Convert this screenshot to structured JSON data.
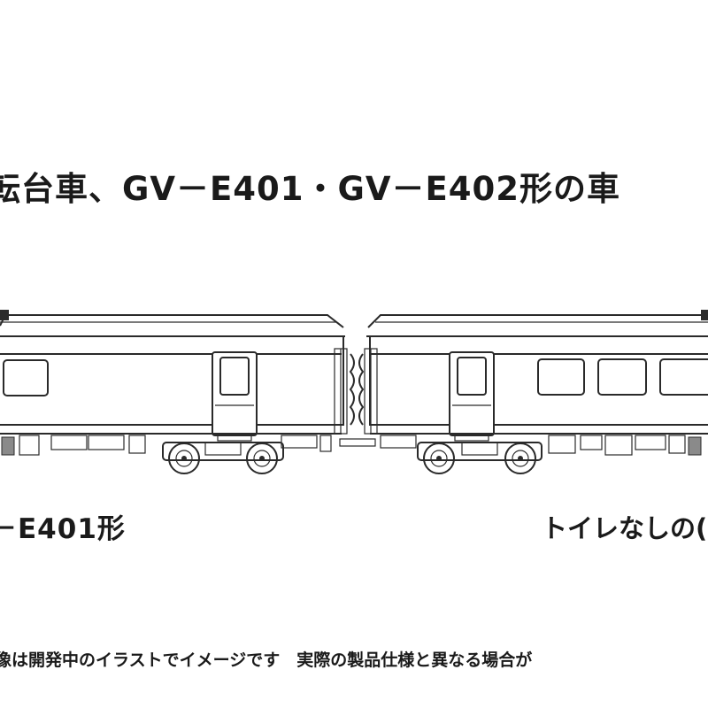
{
  "headline": "転台車、GV－E401・GV－E402形の車",
  "captions": {
    "left": "－E401形",
    "right": "トイレなしの("
  },
  "disclaimer": "像は開発中のイラストでイメージです　実際の製品仕様と異なる場合が",
  "colors": {
    "line": "#2a2a2a",
    "text": "#1a1a1a",
    "background": "#ffffff"
  }
}
